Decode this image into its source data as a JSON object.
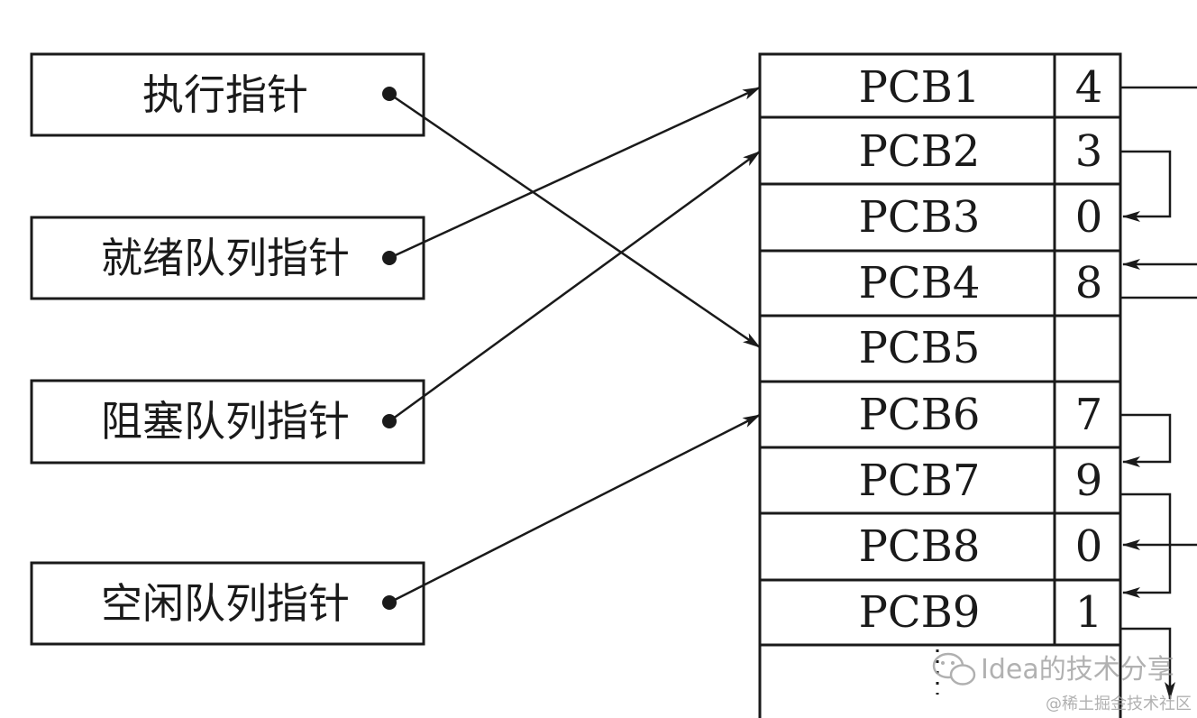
{
  "pointers": [
    {
      "label": "执行指针"
    },
    {
      "label": "就绪队列指针"
    },
    {
      "label": "阻塞队列指针"
    },
    {
      "label": "空闲队列指针"
    }
  ],
  "pcbs": [
    {
      "name": "PCB1",
      "next": "4"
    },
    {
      "name": "PCB2",
      "next": "3"
    },
    {
      "name": "PCB3",
      "next": "0"
    },
    {
      "name": "PCB4",
      "next": "8"
    },
    {
      "name": "PCB5",
      "next": ""
    },
    {
      "name": "PCB6",
      "next": "7"
    },
    {
      "name": "PCB7",
      "next": "9"
    },
    {
      "name": "PCB8",
      "next": "0"
    },
    {
      "name": "PCB9",
      "next": "1"
    }
  ],
  "watermark": {
    "account": "Idea的技术分享",
    "platform": "@稀土掘金技术社区"
  },
  "colors": {
    "line": "#1a1a1a",
    "watermark": "#9a9a9a"
  }
}
